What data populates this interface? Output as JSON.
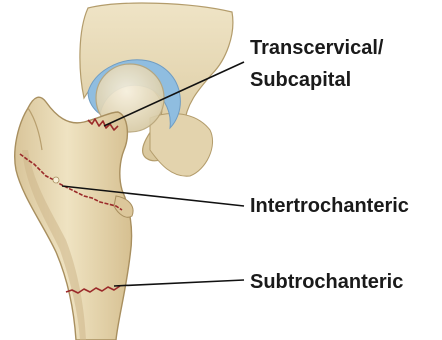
{
  "labels": {
    "transcervical_line1": "Transcervical/",
    "transcervical_line2": "Subcapital",
    "intertrochanteric": "Intertrochanteric",
    "subtrochanteric": "Subtrochanteric"
  },
  "colors": {
    "bone": "#eadcb6",
    "bone_shadow": "#cdb78a",
    "bone_outline": "#a88f5f",
    "cartilage": "#8fbde0",
    "femoral_head": "#f0e8d4",
    "fracture": "#9b2a2a",
    "leader": "#111111",
    "text": "#1a1a1a"
  }
}
